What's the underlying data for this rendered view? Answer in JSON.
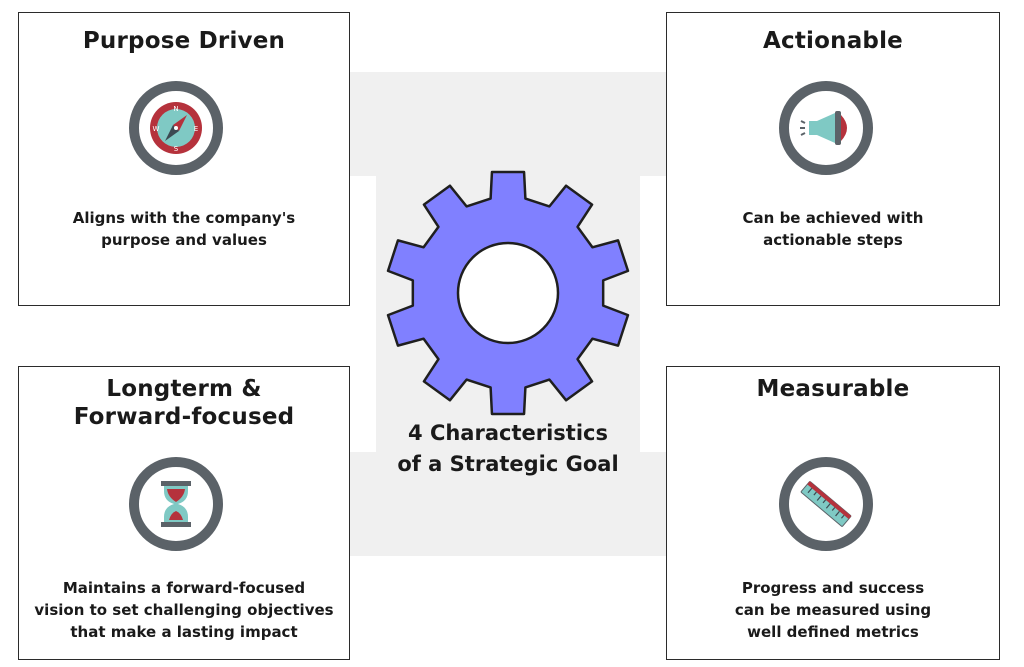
{
  "colors": {
    "gear": "#8080ff",
    "ring": "#5b6268",
    "accent_red": "#b5323c",
    "accent_teal": "#7fc9c4",
    "band": "#f0f0f0"
  },
  "center": {
    "line1": "4 Characteristics",
    "line2": "of a Strategic Goal",
    "icon": "gear-icon"
  },
  "cards": {
    "purpose": {
      "title": "Purpose Driven",
      "desc1": "Aligns with the company's",
      "desc2": "purpose and values",
      "icon": "compass-icon"
    },
    "actionable": {
      "title": "Actionable",
      "desc1": "Can be achieved with",
      "desc2": "actionable steps",
      "icon": "megaphone-icon"
    },
    "longterm": {
      "title1": "Longterm &",
      "title2": "Forward-focused",
      "desc1": "Maintains a forward-focused",
      "desc2": "vision to set challenging objectives",
      "desc3": "that make a lasting impact",
      "icon": "hourglass-icon"
    },
    "measurable": {
      "title": "Measurable",
      "desc1": "Progress and success",
      "desc2": "can be measured using",
      "desc3": "well defined metrics",
      "icon": "ruler-icon"
    }
  }
}
